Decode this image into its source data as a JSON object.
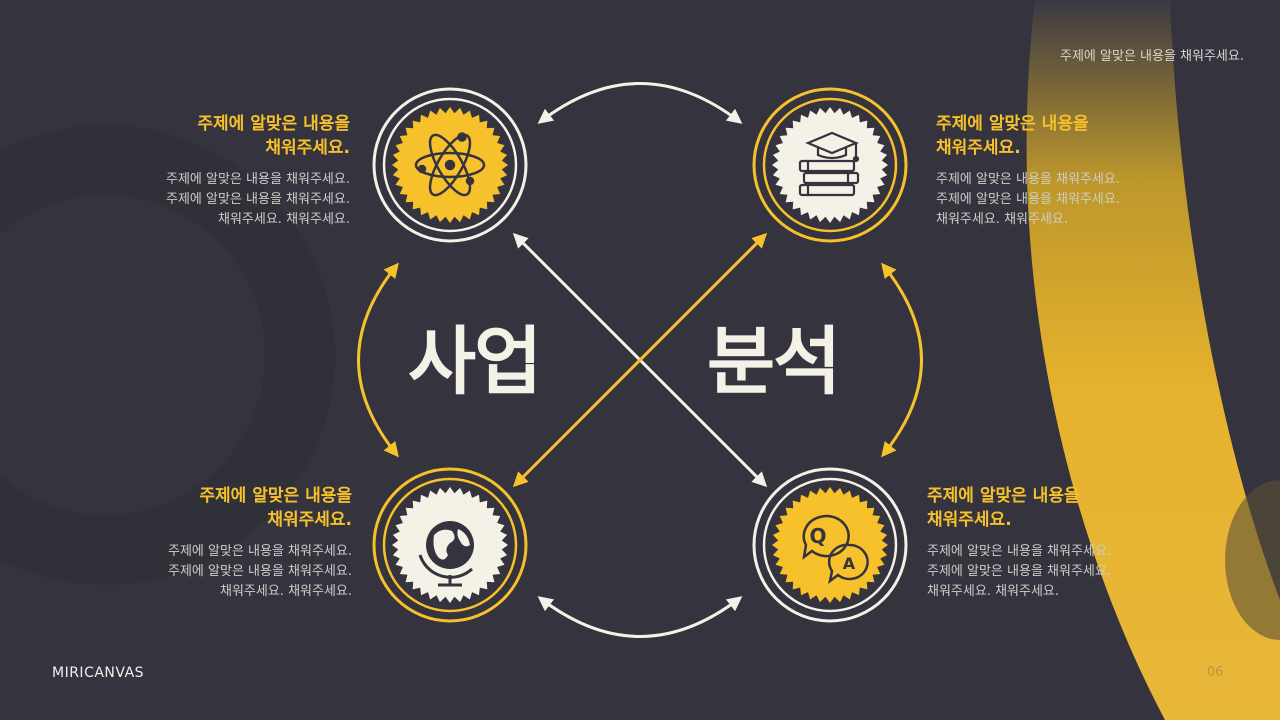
{
  "header": {
    "corner_text": "주제에 알맞은 내용을 채워주세요."
  },
  "center": {
    "left_word": "사업",
    "right_word": "분석"
  },
  "blocks": {
    "top_left": {
      "title": "주제에 알맞은 내용을\n채워주세요.",
      "body": "주제에 알맞은 내용을 채워주세요.\n주제에 알맞은 내용을  채워주세요.\n채워주세요. 채워주세요."
    },
    "top_right": {
      "title": "주제에 알맞은 내용을\n채워주세요.",
      "body": "주제에 알맞은 내용을 채워주세요.\n주제에 알맞은 내용을  채워주세요.\n채워주세요. 채워주세요."
    },
    "bottom_left": {
      "title": "주제에 알맞은 내용을\n채워주세요.",
      "body": "주제에 알맞은 내용을 채워주세요.\n주제에 알맞은 내용을  채워주세요.\n채워주세요. 채워주세요."
    },
    "bottom_right": {
      "title": "주제에 알맞은 내용을\n채워주세요.",
      "body": "주제에 알맞은 내용을 채워주세요.\n주제에 알맞은 내용을  채워주세요.\n채워주세요. 채워주세요."
    }
  },
  "qa_badge": {
    "q": "Q",
    "a": "A"
  },
  "footer": {
    "brand": "MIRICANVAS",
    "page": "06"
  },
  "icons": {
    "top_left": "atom-icon",
    "top_right": "books-graduation-icon",
    "bottom_left": "globe-icon",
    "bottom_right": "qa-chat-icon"
  },
  "colors": {
    "background": "#34333e",
    "accent": "#f7c12b",
    "cream": "#f4f1e6",
    "muted_text": "#cfcdc6"
  }
}
